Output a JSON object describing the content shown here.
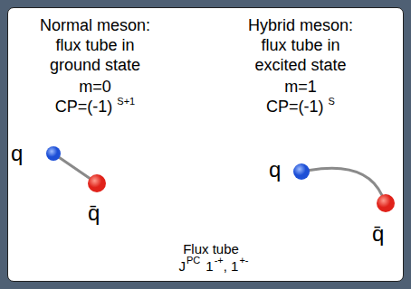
{
  "diagram": {
    "nodes": [
      {
        "text": [
          "q"
        ]
      },
      {
        "text": [
          "q̄"
        ]
      },
      {
        "text": [
          "q"
        ]
      },
      {
        "text": [
          "q̄"
        ]
      }
    ],
    "edges": [
      {
        "from": 0,
        "to": 1,
        "arrow": "none"
      },
      {
        "from": 2,
        "to": 3,
        "arrow": "none"
      }
    ],
    "labels": [
      "Normal meson:",
      "flux tube in",
      "ground state",
      "m=0",
      "CP=(-1)",
      "S+1",
      "Hybrid meson:",
      "flux tube in",
      "excited state",
      "m=1",
      "CP=(-1)",
      "S",
      "Flux tube",
      "J",
      "PC",
      "1",
      "-+",
      ", 1",
      "+-"
    ]
  }
}
